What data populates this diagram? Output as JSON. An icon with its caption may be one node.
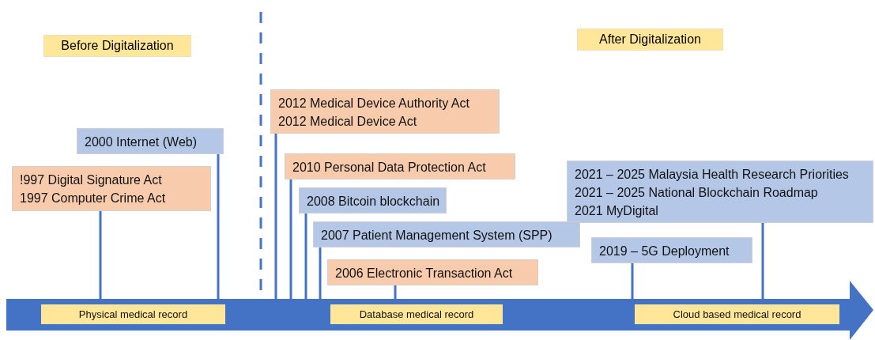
{
  "diagram": {
    "nodes": [
      {
        "text": [
          "Before Digitalization"
        ]
      },
      {
        "text": [
          "After Digitalization"
        ]
      },
      {
        "text": [
          "2012 Medical Device Authority Act",
          "2012 Medical Device Act"
        ]
      },
      {
        "text": [
          "2000 Internet (Web)"
        ]
      },
      {
        "text": [
          "2010 Personal Data Protection Act"
        ]
      },
      {
        "text": [
          "2021 – 2025 Malaysia Health Research Priorities",
          "2021 – 2025 National Blockchain Roadmap",
          "2021 MyDigital"
        ]
      },
      {
        "text": [
          "!997 Digital Signature Act",
          "1997 Computer Crime Act"
        ]
      },
      {
        "text": [
          "2008 Bitcoin blockchain"
        ]
      },
      {
        "text": [
          "2007 Patient Management System (SPP)"
        ]
      },
      {
        "text": [
          "2019 – 5G Deployment"
        ]
      },
      {
        "text": [
          "2006 Electronic Transaction Act"
        ]
      },
      {
        "text": [],
        "shape": "arrow"
      },
      {
        "text": [
          "Physical medical record"
        ],
        "in": 11
      },
      {
        "text": [
          "Database medical record"
        ],
        "in": 11
      },
      {
        "text": [
          "Cloud based medical record"
        ],
        "in": 11
      }
    ],
    "edges": [
      {
        "from": 2,
        "to": 11,
        "arrow": "none"
      },
      {
        "from": 3,
        "to": 11,
        "arrow": "none"
      },
      {
        "from": 4,
        "to": 11,
        "arrow": "none"
      },
      {
        "from": 5,
        "to": 11,
        "arrow": "none"
      },
      {
        "from": 6,
        "to": 11,
        "arrow": "none"
      },
      {
        "from": 7,
        "to": 11,
        "arrow": "none"
      },
      {
        "from": 8,
        "to": 11,
        "arrow": "none"
      },
      {
        "from": 9,
        "to": 11,
        "arrow": "none"
      },
      {
        "from": 10,
        "to": 11,
        "arrow": "none"
      }
    ]
  }
}
